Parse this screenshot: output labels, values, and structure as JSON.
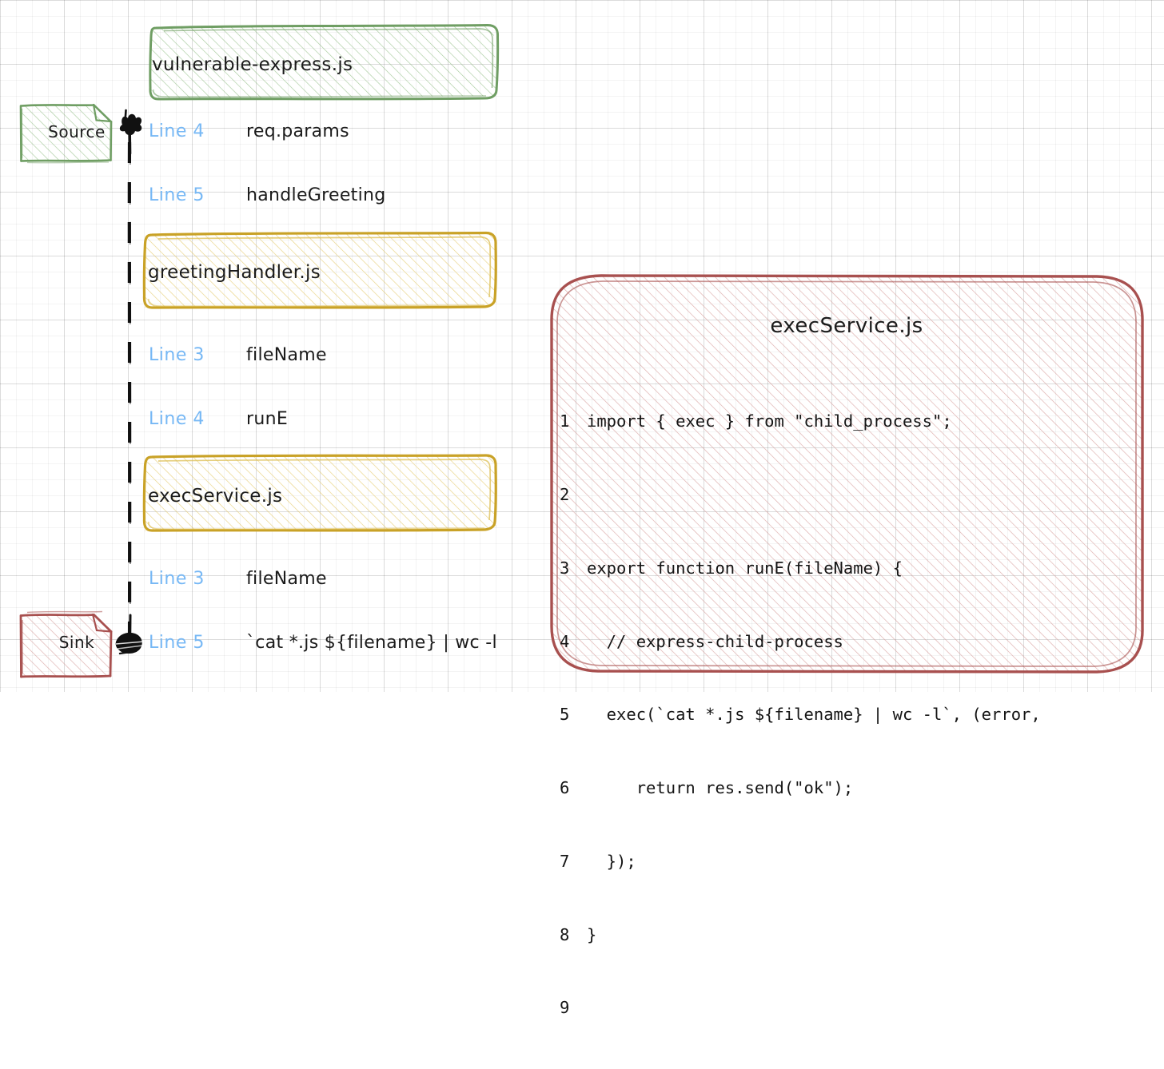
{
  "diagram": {
    "type": "taint-flow-trace",
    "source_note": {
      "label": "Source",
      "color": "#5b9a55"
    },
    "sink_note": {
      "label": "Sink",
      "color": "#a8504f"
    },
    "file_boxes": [
      {
        "name": "vulnerable-express.js",
        "color": "#6f9e63",
        "fill": "#e9f2e5"
      },
      {
        "name": "greetingHandler.js",
        "color": "#c9a227",
        "fill": "#fbf3d6"
      },
      {
        "name": "execService.js",
        "color": "#c9a227",
        "fill": "#fbf3d6"
      }
    ],
    "trace_steps": [
      {
        "line_label": "Line 4",
        "value": "req.params"
      },
      {
        "line_label": "Line 5",
        "value": "handleGreeting"
      },
      {
        "line_label": "Line 3",
        "value": "fileName"
      },
      {
        "line_label": "Line 4",
        "value": "runE"
      },
      {
        "line_label": "Line 3",
        "value": "fileName"
      },
      {
        "line_label": "Line 5",
        "value": "`cat *.js ${filename} | wc -l"
      }
    ],
    "colors": {
      "line_label": "#77b8f5",
      "text": "#1b1b1b",
      "green": "#6f9e63",
      "yellow": "#c9a227",
      "red": "#a8504f",
      "grid": "#d9d9d9"
    }
  },
  "code_panel": {
    "title": "execService.js",
    "color": "#a8504f",
    "lines": [
      {
        "num": "1",
        "text": "import { exec } from \"child_process\";"
      },
      {
        "num": "2",
        "text": ""
      },
      {
        "num": "3",
        "text": "export function runE(fileName) {"
      },
      {
        "num": "4",
        "text": "  // express-child-process"
      },
      {
        "num": "5",
        "text": "  exec(`cat *.js ${filename} | wc -l`, (error,"
      },
      {
        "num": "6",
        "text": "     return res.send(\"ok\");"
      },
      {
        "num": "7",
        "text": "  });"
      },
      {
        "num": "8",
        "text": "}"
      },
      {
        "num": "9",
        "text": ""
      }
    ]
  }
}
